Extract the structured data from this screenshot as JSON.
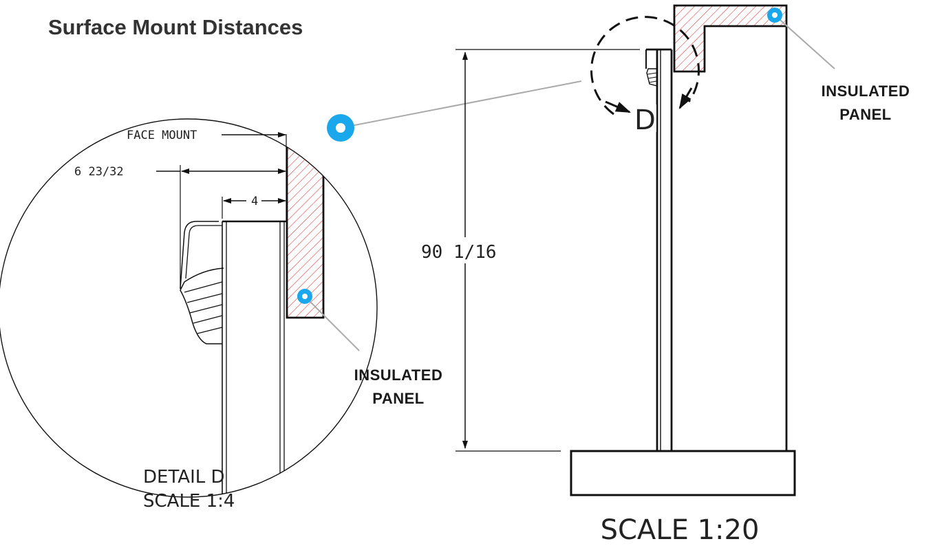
{
  "title": "Surface Mount Distances",
  "detail": {
    "face_mount_label": "FACE MOUNT",
    "dim_6_23_32": "6  23/32",
    "dim_4": "4",
    "caption_line1": "DETAIL D",
    "caption_line2": "SCALE 1:4",
    "callout_line1": "INSULATED",
    "callout_line2": "PANEL"
  },
  "main": {
    "height_dim": "90  1/16",
    "detail_marker": "D",
    "caption": "SCALE 1:20",
    "callout_line1": "INSULATED",
    "callout_line2": "PANEL"
  },
  "colors": {
    "hatch": "#e03030",
    "marker": "#1aa7ec",
    "leader": "#aaaaaa",
    "title": "#333333"
  },
  "icons": [
    "detail-link-marker-icon",
    "panel-marker-icon"
  ]
}
